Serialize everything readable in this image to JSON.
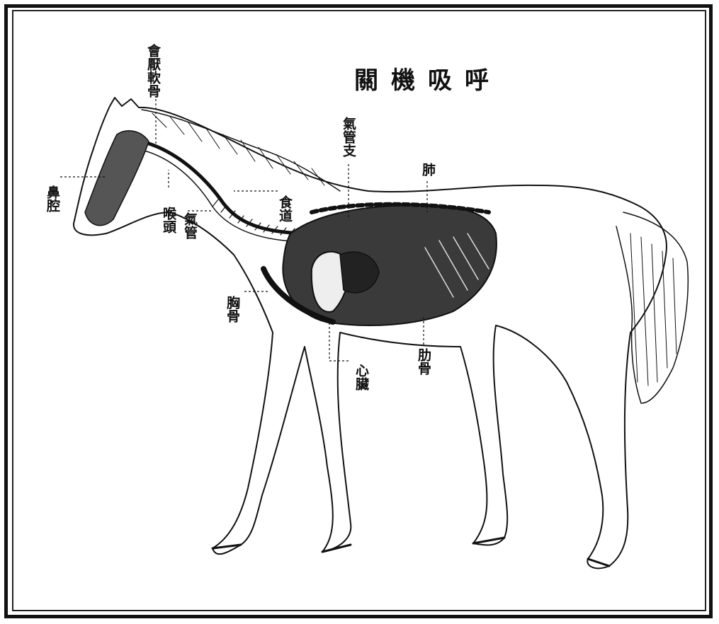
{
  "title": "關機吸呼",
  "labels": {
    "epiglottis": "會厭軟骨",
    "trachea_branch": "氣管支",
    "lung": "肺",
    "nasal_cavity": "鼻腔",
    "esophagus": "食道",
    "larynx": "喉頭",
    "trachea": "氣管",
    "sternum": "胸骨",
    "rib": "肋骨",
    "heart": "心臟"
  },
  "colors": {
    "ink": "#111111",
    "paper": "#ffffff",
    "lung_fill": "#3a3a3a"
  }
}
